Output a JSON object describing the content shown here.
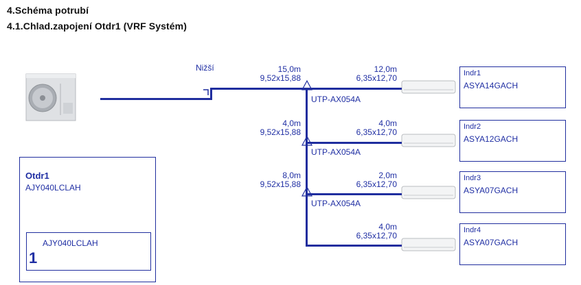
{
  "header": {
    "line1": "4.Schéma potrubí",
    "line2": "4.1.Chlad.zapojení Otdr1 (VRF Systém)"
  },
  "pipe_note": "Nižší",
  "outdoor": {
    "name": "Otdr1",
    "model": "AJY040LCLAH",
    "inner_model": "AJY040LCLAH",
    "count": "1"
  },
  "segments": [
    {
      "length": "15,0m",
      "diameter": "9,52x15,88"
    },
    {
      "length": "4,0m",
      "diameter": "9,52x15,88"
    },
    {
      "length": "8,0m",
      "diameter": "9,52x15,88"
    }
  ],
  "branches": [
    {
      "label": "UTP-AX054A"
    },
    {
      "label": "UTP-AX054A"
    },
    {
      "label": "UTP-AX054A"
    }
  ],
  "indoor": [
    {
      "length": "12,0m",
      "diameter": "6,35x12,70",
      "name": "Indr1",
      "model": "ASYA14GACH"
    },
    {
      "length": "4,0m",
      "diameter": "6,35x12,70",
      "name": "Indr2",
      "model": "ASYA12GACH"
    },
    {
      "length": "2,0m",
      "diameter": "6,35x12,70",
      "name": "Indr3",
      "model": "ASYA07GACH"
    },
    {
      "length": "4,0m",
      "diameter": "6,35x12,70",
      "name": "Indr4",
      "model": "ASYA07GACH"
    }
  ],
  "colors": {
    "pipe": "#1f2d9e",
    "text": "#1f2ea3"
  }
}
